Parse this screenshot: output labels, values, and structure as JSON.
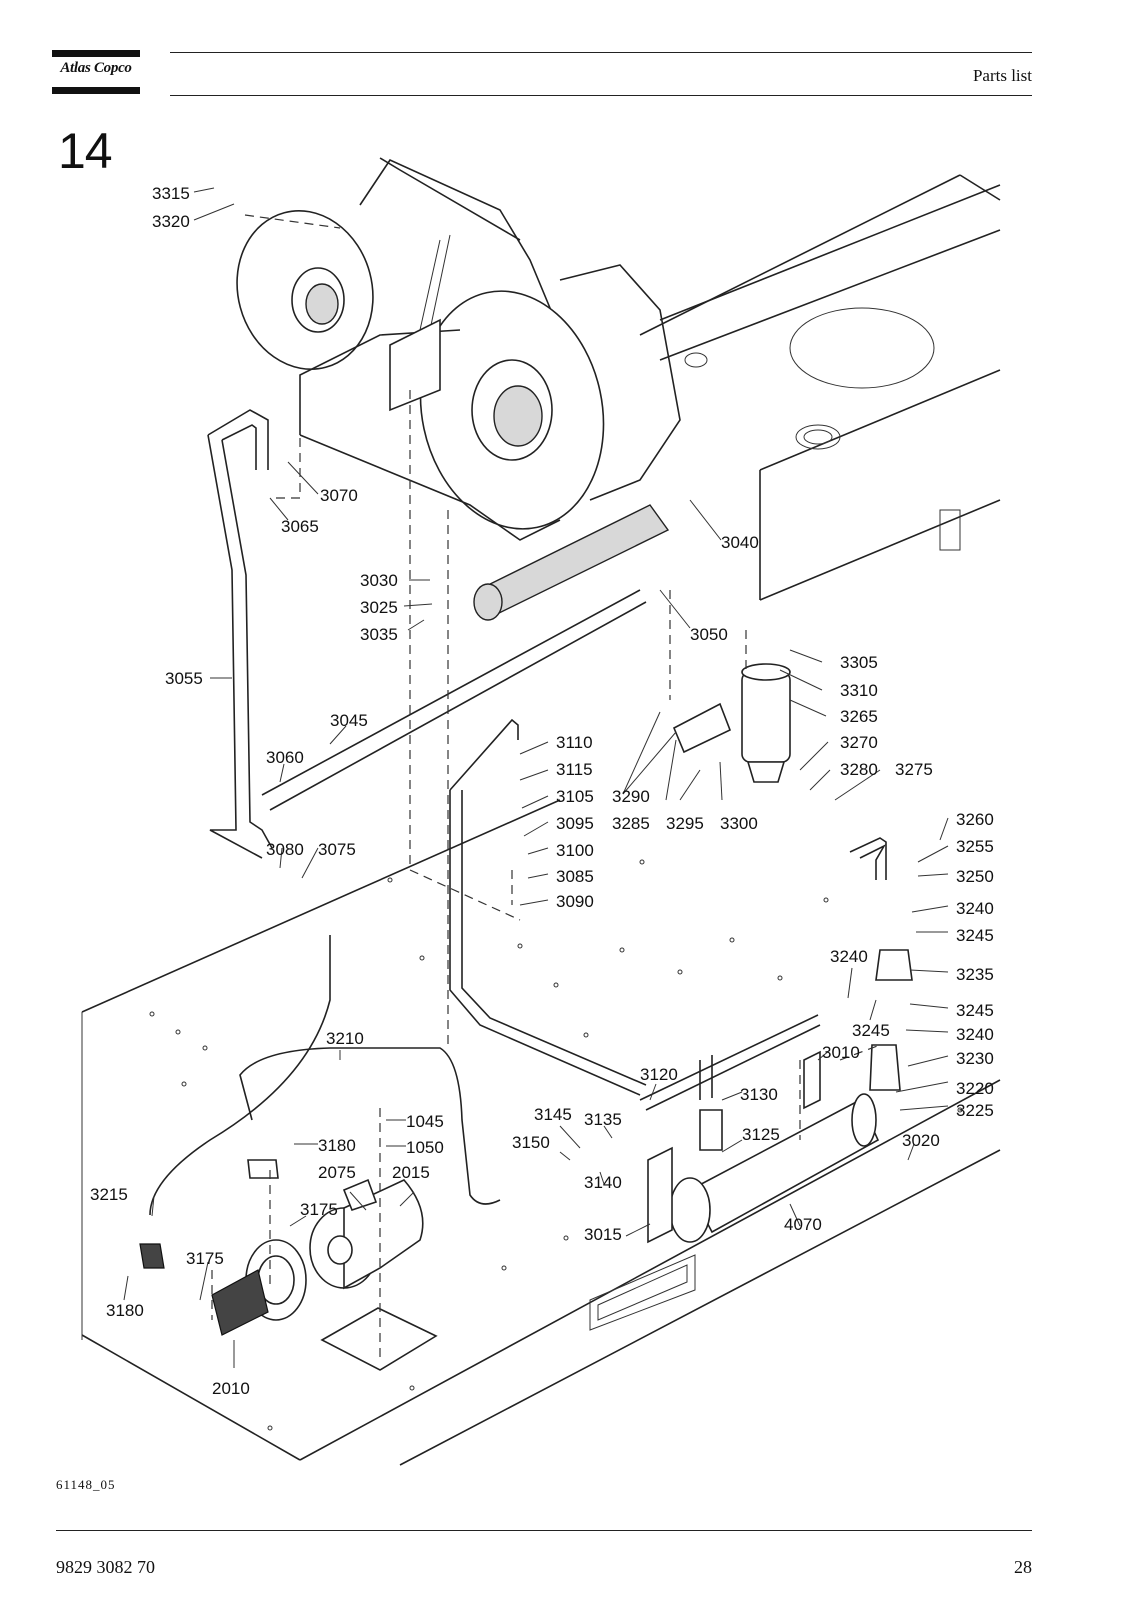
{
  "header": {
    "brand": "Atlas Copco",
    "title": "Parts list"
  },
  "section_number": "14",
  "figure_code": "61148_05",
  "footer": {
    "doc_number": "9829 3082 70",
    "page_number": "28"
  },
  "parts": [
    {
      "id": "p3315",
      "text": "3315"
    },
    {
      "id": "p3320",
      "text": "3320"
    },
    {
      "id": "p3070",
      "text": "3070"
    },
    {
      "id": "p3065",
      "text": "3065"
    },
    {
      "id": "p3040",
      "text": "3040"
    },
    {
      "id": "p3030",
      "text": "3030"
    },
    {
      "id": "p3025",
      "text": "3025"
    },
    {
      "id": "p3035",
      "text": "3035"
    },
    {
      "id": "p3050",
      "text": "3050"
    },
    {
      "id": "p3055",
      "text": "3055"
    },
    {
      "id": "p3305",
      "text": "3305"
    },
    {
      "id": "p3310",
      "text": "3310"
    },
    {
      "id": "p3265",
      "text": "3265"
    },
    {
      "id": "p3045",
      "text": "3045"
    },
    {
      "id": "p3270",
      "text": "3270"
    },
    {
      "id": "p3110",
      "text": "3110"
    },
    {
      "id": "p3060",
      "text": "3060"
    },
    {
      "id": "p3115",
      "text": "3115"
    },
    {
      "id": "p3280",
      "text": "3280"
    },
    {
      "id": "p3275",
      "text": "3275"
    },
    {
      "id": "p3105",
      "text": "3105"
    },
    {
      "id": "p3290",
      "text": "3290"
    },
    {
      "id": "p3095",
      "text": "3095"
    },
    {
      "id": "p3285",
      "text": "3285"
    },
    {
      "id": "p3295",
      "text": "3295"
    },
    {
      "id": "p3300",
      "text": "3300"
    },
    {
      "id": "p3260",
      "text": "3260"
    },
    {
      "id": "p3080",
      "text": "3080"
    },
    {
      "id": "p3075",
      "text": "3075"
    },
    {
      "id": "p3100",
      "text": "3100"
    },
    {
      "id": "p3255",
      "text": "3255"
    },
    {
      "id": "p3085",
      "text": "3085"
    },
    {
      "id": "p3250",
      "text": "3250"
    },
    {
      "id": "p3090",
      "text": "3090"
    },
    {
      "id": "p3240a",
      "text": "3240"
    },
    {
      "id": "p3245a",
      "text": "3245"
    },
    {
      "id": "p3240b",
      "text": "3240"
    },
    {
      "id": "p3235",
      "text": "3235"
    },
    {
      "id": "p3245b",
      "text": "3245"
    },
    {
      "id": "p3245c",
      "text": "3245"
    },
    {
      "id": "p3240c",
      "text": "3240"
    },
    {
      "id": "p3210",
      "text": "3210"
    },
    {
      "id": "p3010",
      "text": "3010"
    },
    {
      "id": "p3230",
      "text": "3230"
    },
    {
      "id": "p3120",
      "text": "3120"
    },
    {
      "id": "p3220",
      "text": "3220"
    },
    {
      "id": "p3130",
      "text": "3130"
    },
    {
      "id": "p3225",
      "text": "3225"
    },
    {
      "id": "p1045",
      "text": "1045"
    },
    {
      "id": "p3145",
      "text": "3145"
    },
    {
      "id": "p3135",
      "text": "3135"
    },
    {
      "id": "p3180a",
      "text": "3180"
    },
    {
      "id": "p1050",
      "text": "1050"
    },
    {
      "id": "p3150",
      "text": "3150"
    },
    {
      "id": "p3125",
      "text": "3125"
    },
    {
      "id": "p3020",
      "text": "3020"
    },
    {
      "id": "p2075",
      "text": "2075"
    },
    {
      "id": "p2015",
      "text": "2015"
    },
    {
      "id": "p3215",
      "text": "3215"
    },
    {
      "id": "p3140",
      "text": "3140"
    },
    {
      "id": "p3175a",
      "text": "3175"
    },
    {
      "id": "p4070",
      "text": "4070"
    },
    {
      "id": "p3015",
      "text": "3015"
    },
    {
      "id": "p3175b",
      "text": "3175"
    },
    {
      "id": "p3180b",
      "text": "3180"
    },
    {
      "id": "p2010",
      "text": "2010"
    }
  ]
}
